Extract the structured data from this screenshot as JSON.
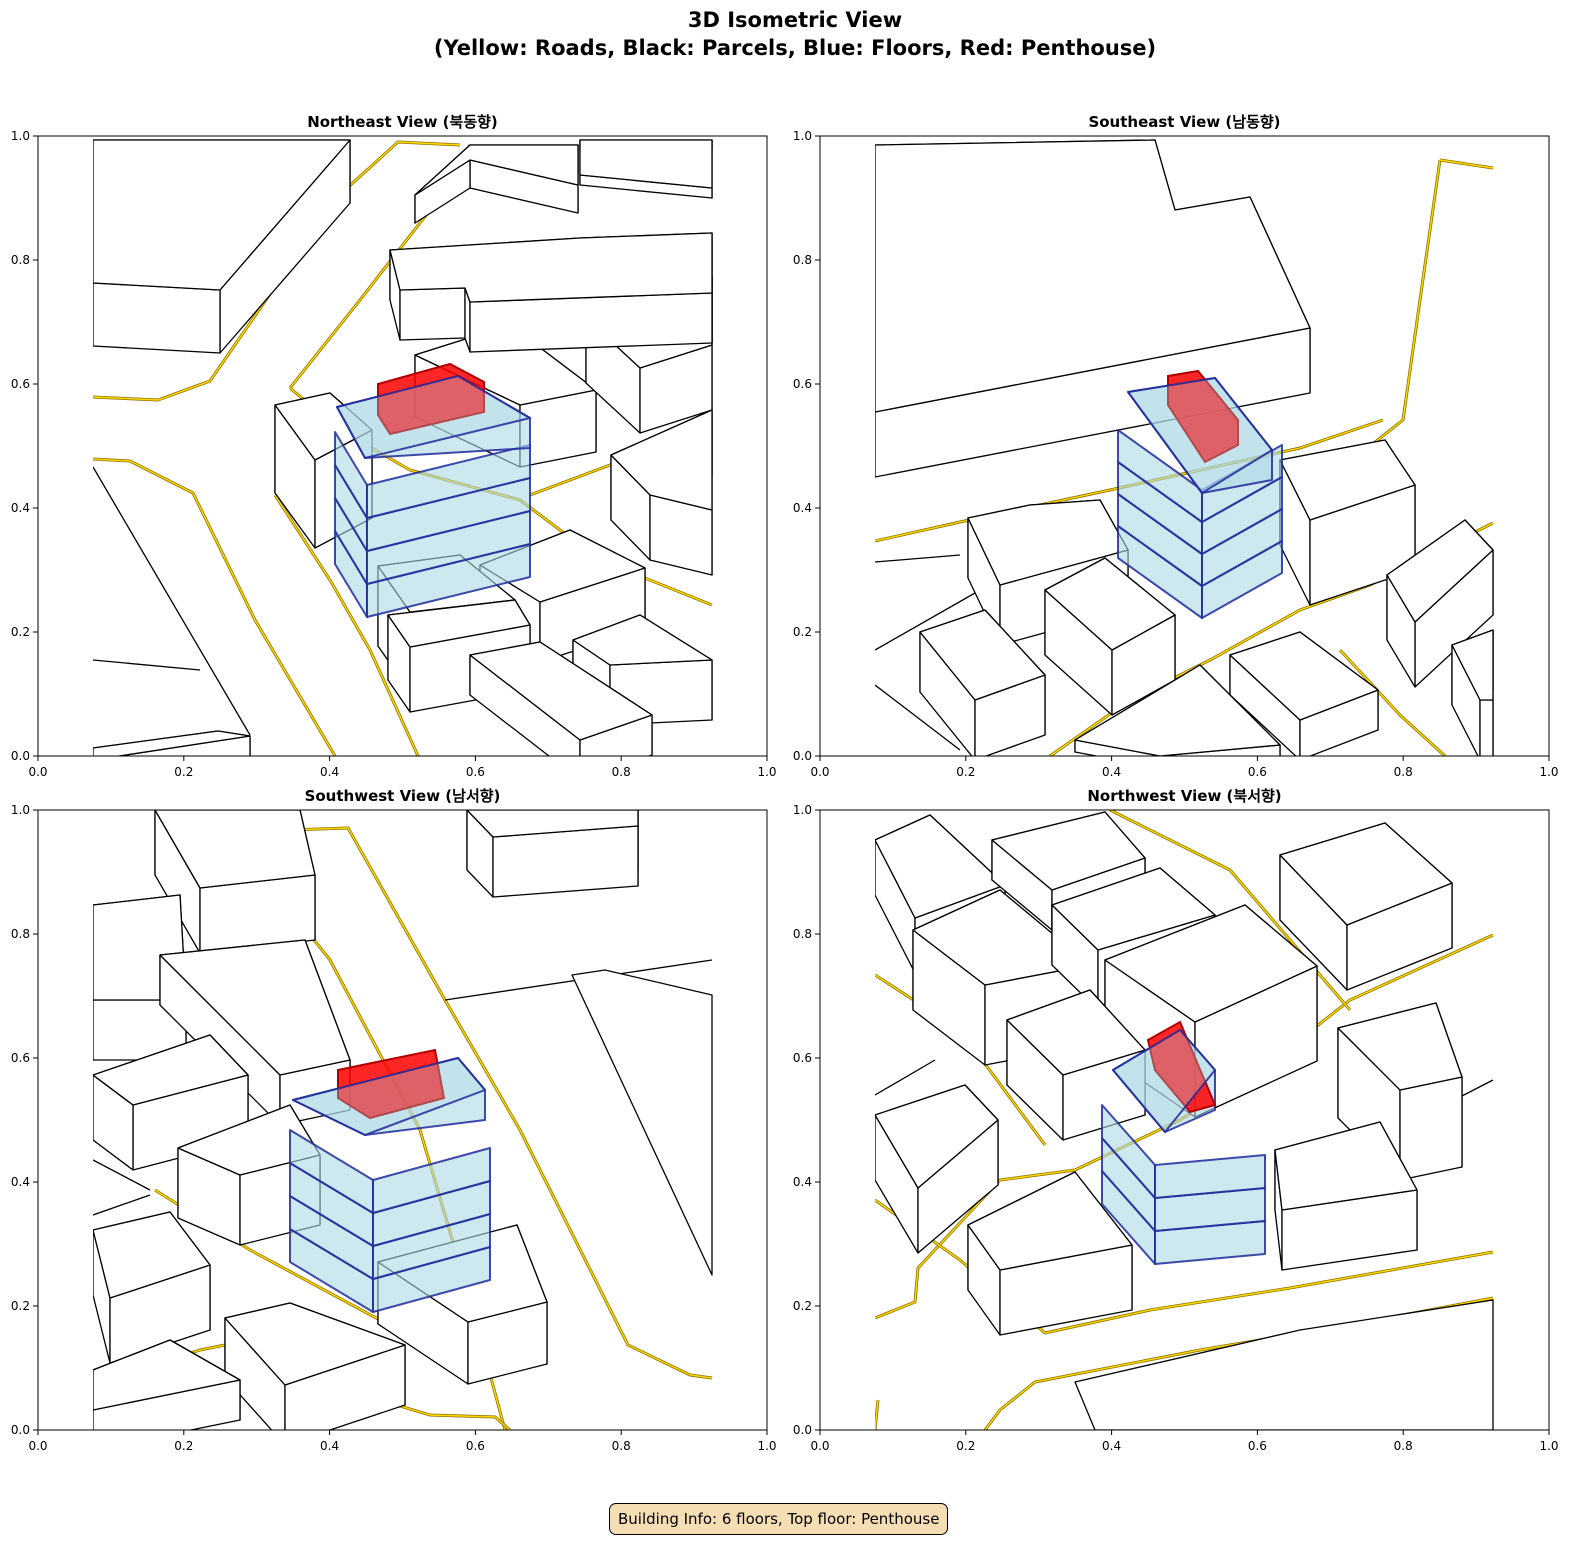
{
  "figure": {
    "title_line1": "3D Isometric View",
    "title_line2": "(Yellow: Roads, Black: Parcels, Blue: Floors, Red: Penthouse)"
  },
  "panels": [
    {
      "title": "Northeast View (북동향)"
    },
    {
      "title": "Southeast View (남동향)"
    },
    {
      "title": "Southwest View (남서향)"
    },
    {
      "title": "Northwest View (북서향)"
    }
  ],
  "axes": {
    "x_ticks": [
      "0.0",
      "0.2",
      "0.4",
      "0.6",
      "0.8",
      "1.0"
    ],
    "y_ticks": [
      "0.0",
      "0.2",
      "0.4",
      "0.6",
      "0.8",
      "1.0"
    ]
  },
  "info_box": "Building Info: 6 floors, Top floor: Penthouse",
  "colors": {
    "road": "#FFD700",
    "road_edge": "#8B7500",
    "parcel": "#000000",
    "floor_fill": "#ADD8E6",
    "floor_edge": "#1f2a9c",
    "penthouse": "#FF0000"
  }
}
